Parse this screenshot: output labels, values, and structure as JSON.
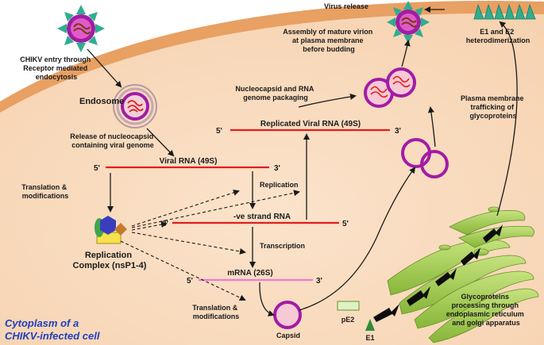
{
  "colors": {
    "cell_membrane": "#e8a063",
    "cytoplasm": "#f9dcc0",
    "rna_line": "#e21d1d",
    "mrna_line": "#f27ad2",
    "capsid_ring": "#a21ca6",
    "golgi_green": "#a6cf4f",
    "glycoprotein_spike": "#2fae8e",
    "cytoplasm_label": "#1f3fbf"
  },
  "labels": {
    "virus_release": "Virus release",
    "entry": [
      "CHIKV entry through",
      "Receptor mediated",
      "endocytosis"
    ],
    "endosome": "Endosome",
    "release_nucleocapsid": [
      "Release of nucleocapsid",
      "containing viral genome"
    ],
    "assembly": [
      "Assembly of mature virion",
      "at plasma membrane",
      "before budding"
    ],
    "e1e2": [
      "E1 and E2",
      "heterodimerization"
    ],
    "packaging": [
      "Nucleocapsid and RNA",
      "genome packaging"
    ],
    "plasma_trafficking": [
      "Plasma membrane",
      "trafficking of",
      "glycoproteins"
    ],
    "replicated_rna": "Replicated Viral RNA (49S)",
    "viral_rna": "Viral RNA (49S)",
    "replication": "Replication",
    "neg_strand": "-ve strand RNA",
    "translation1": [
      "Translation &",
      "modifications"
    ],
    "replication_complex": [
      "Replication",
      "Complex (nsP1-4)"
    ],
    "transcription": "Transcription",
    "mrna": "mRNA (26S)",
    "translation2": [
      "Translation &",
      "modifications"
    ],
    "capsid": "Capsid",
    "pe2": "pE2",
    "e1": "E1",
    "glyco_processing": [
      "Glycoproteins",
      "processing through",
      "endoplasmic reticulum",
      "and golgi apparatus"
    ],
    "cytoplasm": [
      "Cytoplasm of a",
      "CHIKV-infected cell"
    ]
  },
  "rna_ends": {
    "replicated": [
      "5'",
      "3'"
    ],
    "viral": [
      "5'",
      "3'"
    ],
    "negative": [
      "3'",
      "5'"
    ],
    "mrna": [
      "5'",
      "3'"
    ]
  },
  "icons": [
    "virus-particle-icon",
    "endosome-icon",
    "replication-complex-icon",
    "capsid-icon",
    "nucleocapsid-icon",
    "golgi-icon",
    "glycoprotein-spike-icon"
  ]
}
